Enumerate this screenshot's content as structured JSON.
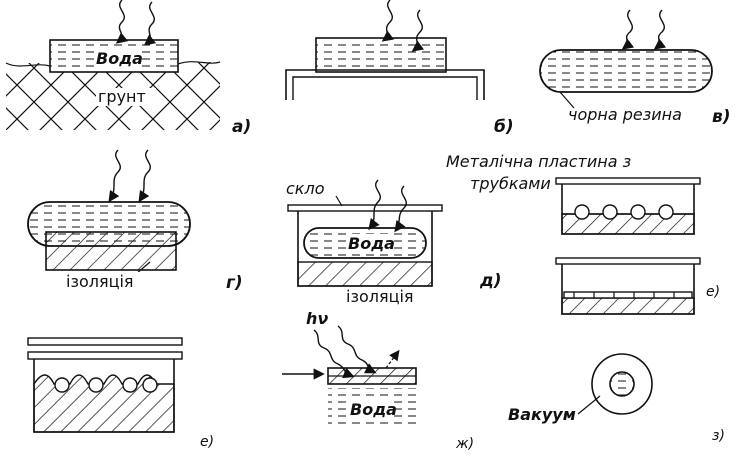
{
  "labels": {
    "a_water": "Вода",
    "a_ground": "грунт",
    "v_rubber": "чорна резина",
    "g_insulation": "ізоляція",
    "d_glass": "скло",
    "d_water": "Вода",
    "d_insulation": "ізоляція",
    "e_title_line1": "Металічна пластина з",
    "e_title_line2": "трубками",
    "zh_hv": "hν",
    "zh_water": "Вода",
    "z_vacuum": "Вакуум"
  },
  "panels": {
    "a": "а)",
    "b": "б)",
    "v": "в)",
    "g": "г)",
    "d": "д)",
    "e_right": "е)",
    "e_left": "е)",
    "zh": "ж)",
    "z": "з)"
  }
}
